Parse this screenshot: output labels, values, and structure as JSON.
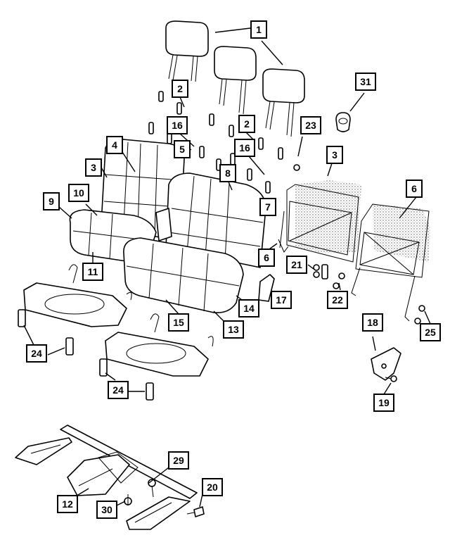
{
  "colors": {
    "ink": "#000000",
    "paper": "#ffffff"
  },
  "callouts": {
    "c1": "1",
    "c2a": "2",
    "c2b": "2",
    "c3a": "3",
    "c3b": "3",
    "c4": "4",
    "c5": "5",
    "c6a": "6",
    "c6b": "6",
    "c7": "7",
    "c8": "8",
    "c9": "9",
    "c10": "10",
    "c11": "11",
    "c12": "12",
    "c13": "13",
    "c14": "14",
    "c15": "15",
    "c16a": "16",
    "c16b": "16",
    "c17": "17",
    "c18": "18",
    "c19": "19",
    "c20": "20",
    "c21": "21",
    "c22": "22",
    "c23": "23",
    "c24a": "24",
    "c24b": "24",
    "c25": "25",
    "c29": "29",
    "c30": "30",
    "c31": "31"
  }
}
